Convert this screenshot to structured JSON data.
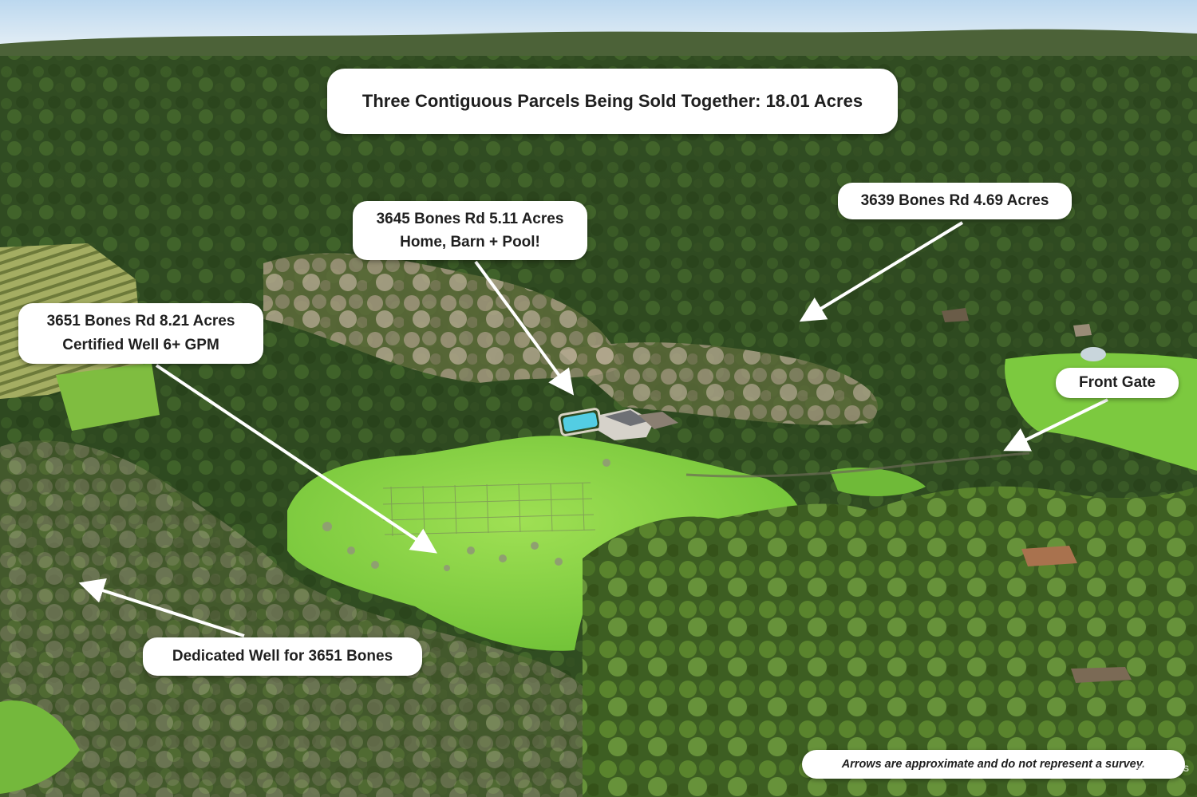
{
  "scene": {
    "description_colors": {
      "sky": "#cfe3f5",
      "forest_dark": "#2f4a1f",
      "forest_mid": "#4b6b2c",
      "meadow": "#7ccf3a",
      "meadow_light": "#94dd4a",
      "bare_oak": "#9d9278",
      "vineyard": "#8a9a4e",
      "pool": "#4fc9e0",
      "arrow": "#ffffff"
    }
  },
  "labels": {
    "title": "Three Contiguous Parcels Being Sold Together: 18.01 Acres",
    "parcel_3645_line1": "3645 Bones Rd 5.11 Acres",
    "parcel_3645_line2": "Home, Barn + Pool!",
    "parcel_3639": "3639 Bones Rd 4.69 Acres",
    "parcel_3651_line1": "3651 Bones Rd 8.21 Acres",
    "parcel_3651_line2": "Certified Well 6+ GPM",
    "front_gate": "Front Gate",
    "dedicated_well": "Dedicated Well for 3651 Bones",
    "disclaimer": "Arrows are approximate and do not represent a survey.",
    "watermark": "BAREIS MLS"
  }
}
